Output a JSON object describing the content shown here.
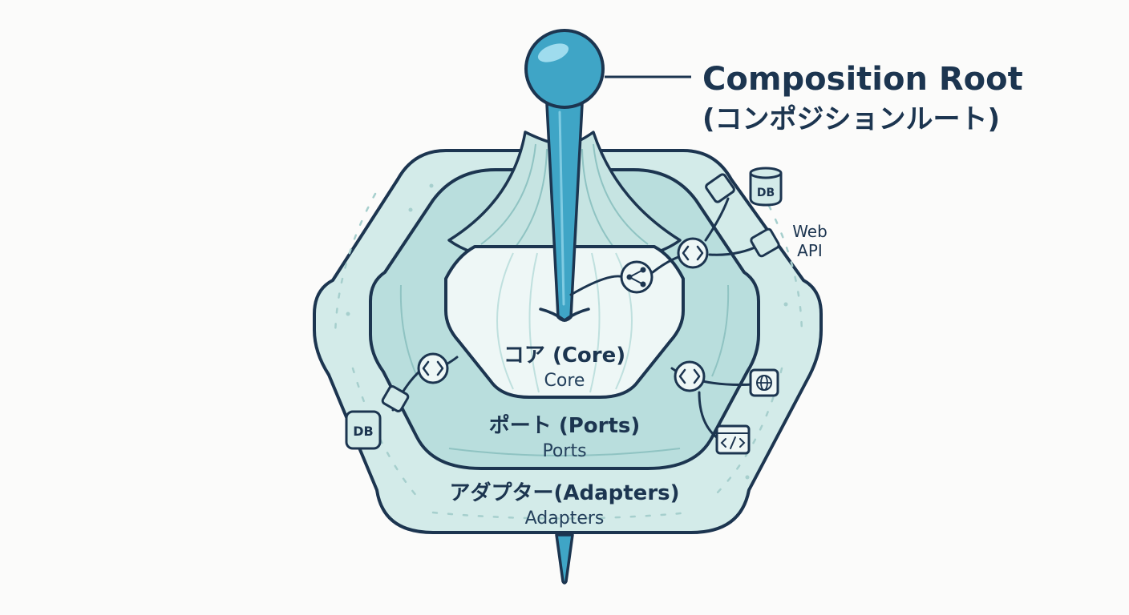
{
  "composition_root": {
    "title": "Composition Root",
    "subtitle": "(コンポジションルート)"
  },
  "layers": {
    "core": {
      "label": "コア (Core)",
      "sublabel": "Core"
    },
    "ports": {
      "label": "ポート (Ports)",
      "sublabel": "Ports"
    },
    "adapters": {
      "label": "アダプター(Adapters)",
      "sublabel": "Adapters"
    }
  },
  "external": {
    "db_top": "DB",
    "web_api_line1": "Web",
    "web_api_line2": "API",
    "db_left": "DB"
  },
  "icons": {
    "port_left": "code-brackets-icon",
    "port_top": "code-brackets-icon",
    "port_right": "code-brackets-icon",
    "core_node": "share-node-icon",
    "globe": "globe-icon",
    "code_window": "code-window-icon"
  },
  "colors": {
    "outline": "#1c3550",
    "adapter_fill": "#d3ebe9",
    "ports_fill": "#b9dedd",
    "core_fill": "#eef7f6",
    "pin": "#3fa5c6",
    "pin_dark": "#2b84a6"
  }
}
